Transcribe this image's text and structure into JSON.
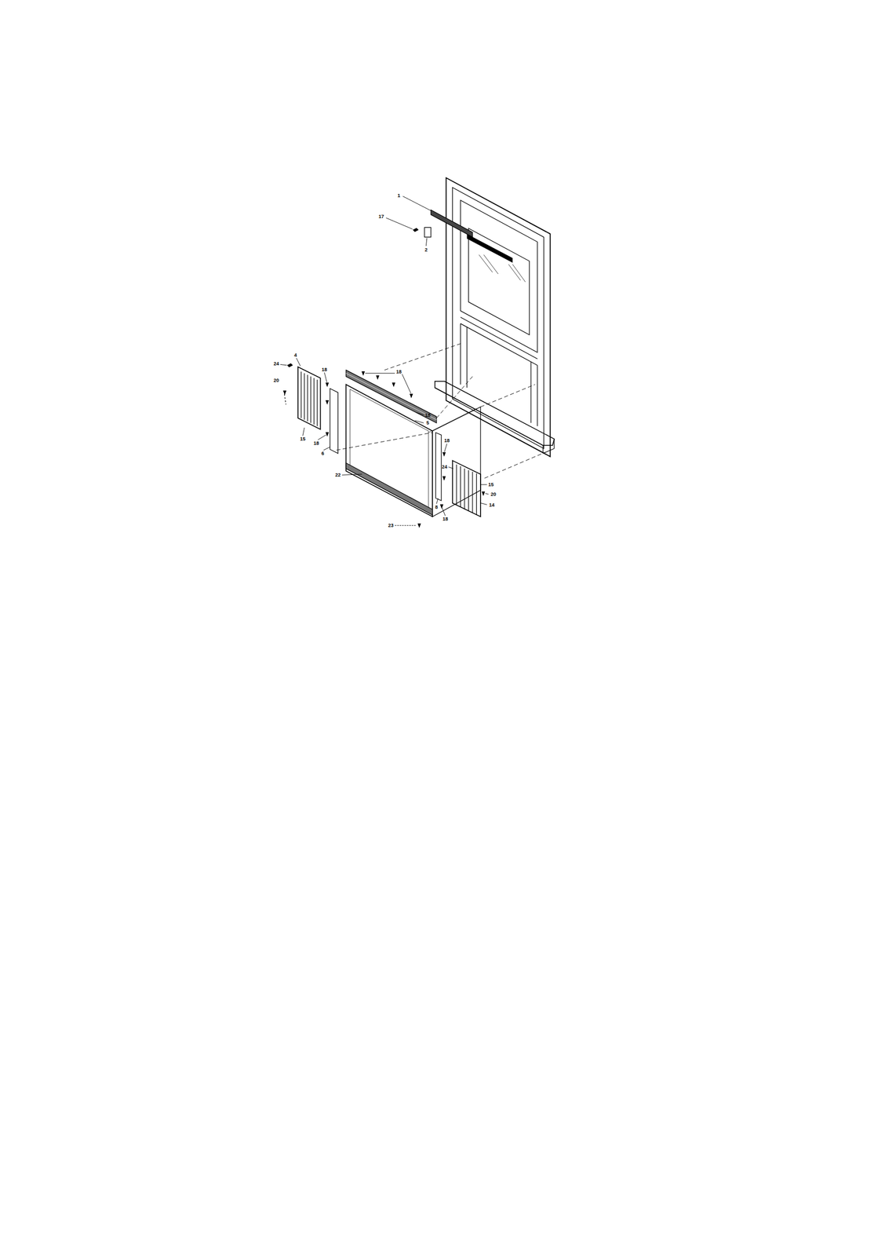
{
  "diagram": {
    "labels": [
      "1",
      "17",
      "2",
      "4",
      "24",
      "20",
      "18",
      "18",
      "18",
      "5",
      "15",
      "18",
      "6",
      "18",
      "24",
      "22",
      "15",
      "20",
      "14",
      "8",
      "18",
      "23"
    ]
  }
}
